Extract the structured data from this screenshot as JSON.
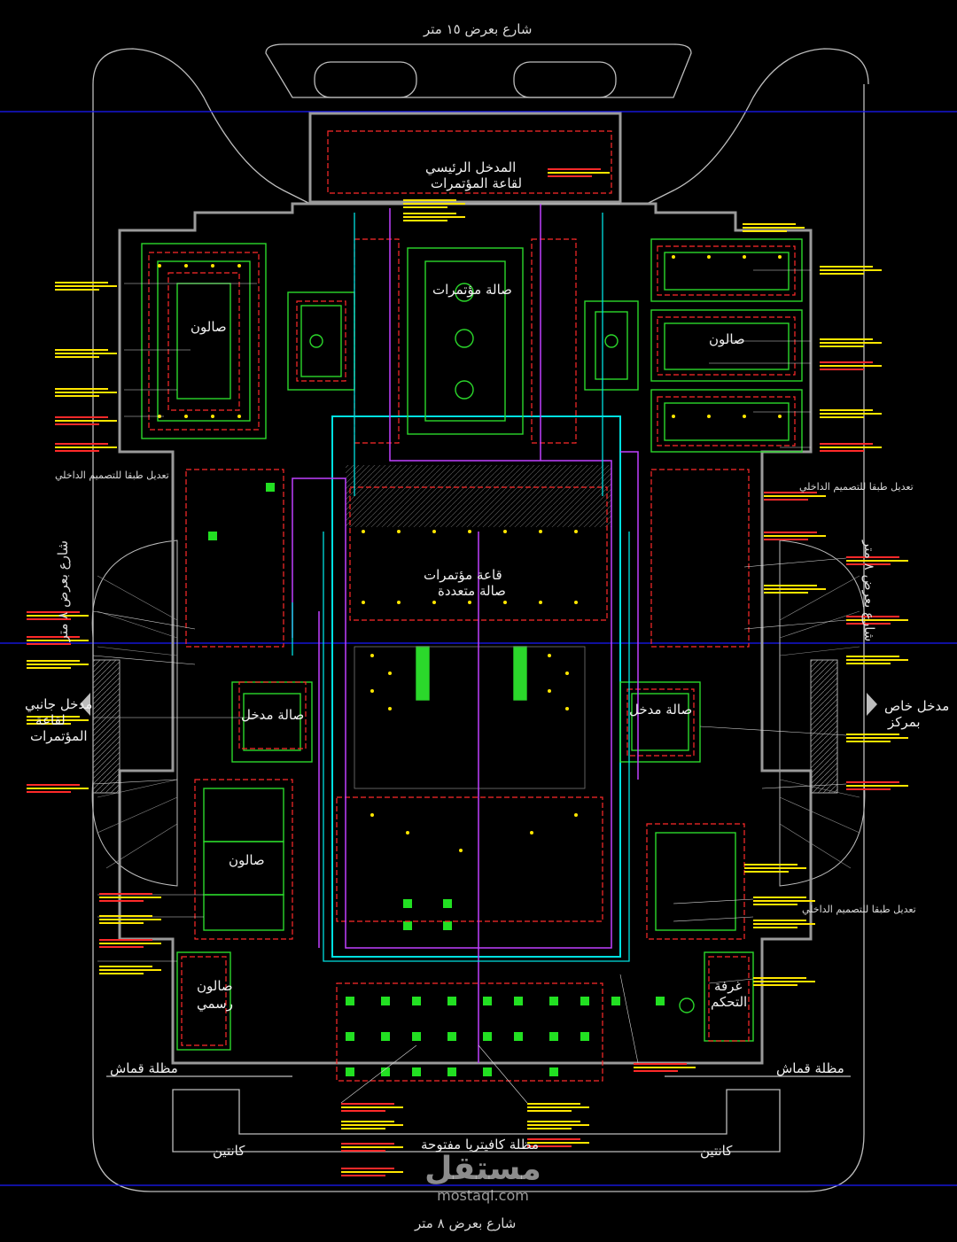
{
  "drawing": {
    "street_top": "شارع بعرض ١٥ متر",
    "street_bottom": "شارع بعرض ٨ متر",
    "street_left": "شارع بعرض ٨ متر",
    "street_right": "شارع بعرض ٨ متر",
    "main_entrance": [
      "المدخل الرئيسي",
      "لقاعة المؤتمرات"
    ],
    "hall_top_center": "صالة مؤتمرات",
    "hall_top_right": "صالون",
    "hall_top_left": "صالون",
    "center_lobby": [
      "قاعة مؤتمرات",
      "صالة متعددة"
    ],
    "entry_hall_left": "صالة مدخل",
    "entry_hall_right": "صالة مدخل",
    "side_entrance_left": [
      "مدخل جانبي",
      "لقاعة",
      "المؤتمرات"
    ],
    "side_entrance_right": [
      "مدخل خاص",
      "بمركز"
    ],
    "salon_left": "صالون",
    "salon_vip": [
      "صالون",
      "رسمي"
    ],
    "control_room": [
      "غرفة",
      "التحكم"
    ],
    "fabric_canopy_left": "مظلة قماش",
    "fabric_canopy_right": "مظلة قماش",
    "canteen_left": "كانتين",
    "canteen_right": "كانتين",
    "cafeteria": "مظلة كافيتريا مفتوحة",
    "modification_note_left": "تعديل طبقا للتصميم الداخلي",
    "modification_note_right": "تعديل طبقا للتصميم الداخلي",
    "modification_note_right2": "تعديل طبقا للتصميم الداخلي"
  },
  "watermark": {
    "logo": "مستقل",
    "site": "mostaql.com"
  },
  "colors": {
    "background": "#000000",
    "walls": "#9a9a9a",
    "ceiling_outline": "#2bd82b",
    "lighting_wire": "#ff2a2a",
    "fixtures": "#ffe600",
    "conduit": "#c040ff",
    "service": "#00e0e0",
    "grid": "#1a1aff",
    "text": "#e8e8e8"
  }
}
